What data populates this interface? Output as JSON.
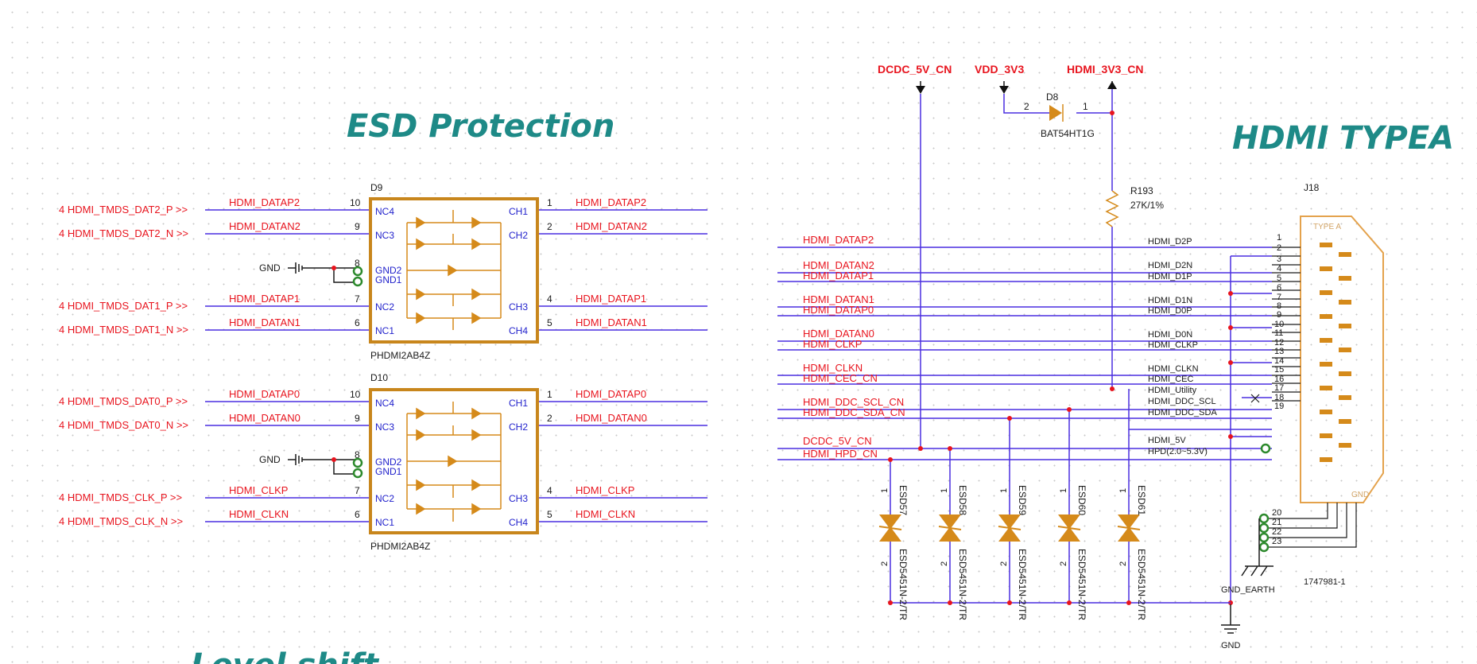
{
  "titles": {
    "esd": "ESD Protection",
    "hdmi": "HDMI TYPEA",
    "level": "Level shift"
  },
  "esd_inputs": [
    "4 HDMI_TMDS_DAT2_P >>",
    "4 HDMI_TMDS_DAT2_N >>",
    "4 HDMI_TMDS_DAT1_P >>",
    "4 HDMI_TMDS_DAT1_N >>",
    "4 HDMI_TMDS_DAT0_P >>",
    "4 HDMI_TMDS_DAT0_N >>",
    "4 HDMI_TMDS_CLK_P >>",
    "4 HDMI_TMDS_CLK_N >>"
  ],
  "d9": {
    "ref": "D9",
    "part": "PHDMI2AB4Z",
    "gnd": "GND",
    "left_nets": [
      "HDMI_DATAP2",
      "HDMI_DATAN2",
      "HDMI_DATAP1",
      "HDMI_DATAN1"
    ],
    "right_nets": [
      "HDMI_DATAP2",
      "HDMI_DATAN2",
      "HDMI_DATAP1",
      "HDMI_DATAN1"
    ],
    "left_pins": [
      "10",
      "9",
      "8",
      "7",
      "6"
    ],
    "right_pins": [
      "1",
      "2",
      "4",
      "5"
    ],
    "left_pin_names": [
      "NC4",
      "NC3",
      "GND2",
      "GND1",
      "NC2",
      "NC1"
    ],
    "right_pin_names": [
      "CH1",
      "CH2",
      "CH3",
      "CH4"
    ]
  },
  "d10": {
    "ref": "D10",
    "part": "PHDMI2AB4Z",
    "gnd": "GND",
    "left_nets": [
      "HDMI_DATAP0",
      "HDMI_DATAN0",
      "HDMI_CLKP",
      "HDMI_CLKN"
    ],
    "right_nets": [
      "HDMI_DATAP0",
      "HDMI_DATAN0",
      "HDMI_CLKP",
      "HDMI_CLKN"
    ],
    "left_pins": [
      "10",
      "9",
      "8",
      "7",
      "6"
    ],
    "right_pins": [
      "1",
      "2",
      "4",
      "5"
    ],
    "left_pin_names": [
      "NC4",
      "NC3",
      "GND2",
      "GND1",
      "NC2",
      "NC1"
    ],
    "right_pin_names": [
      "CH1",
      "CH2",
      "CH3",
      "CH4"
    ]
  },
  "power": {
    "dcdc": "DCDC_5V_CN",
    "vdd": "VDD_3V3",
    "hdmi3v3": "HDMI_3V3_CN"
  },
  "diode_d8": {
    "ref": "D8",
    "part": "BAT54HT1G",
    "pin_a": "2",
    "pin_k": "1"
  },
  "resistor": {
    "ref": "R193",
    "value": "27K/1%"
  },
  "connector": {
    "ref": "J18",
    "type": "TYPE A",
    "gnd_label": "GND",
    "part": "1747981-1",
    "left_nets": [
      "HDMI_DATAP2",
      "HDMI_DATAN2",
      "HDMI_DATAP1",
      "HDMI_DATAN1",
      "HDMI_DATAP0",
      "HDMI_DATAN0",
      "HDMI_CLKP",
      "HDMI_CLKN",
      "HDMI_CEC_CN",
      "HDMI_DDC_SCL_CN",
      "HDMI_DDC_SDA_CN",
      "DCDC_5V_CN",
      "HDMI_HPD_CN"
    ],
    "pin_names": [
      "HDMI_D2P",
      "HDMI_D2N",
      "HDMI_D1P",
      "HDMI_D1N",
      "HDMI_D0P",
      "HDMI_D0N",
      "HDMI_CLKP",
      "HDMI_CLKN",
      "HDMI_CEC",
      "HDMI_Utility",
      "HDMI_DDC_SCL",
      "HDMI_DDC_SDA",
      "HDMI_5V",
      "HPD(2.0~5.3V)"
    ],
    "pins": [
      "1",
      "2",
      "3",
      "4",
      "5",
      "6",
      "7",
      "8",
      "9",
      "10",
      "11",
      "12",
      "13",
      "14",
      "15",
      "16",
      "17",
      "18",
      "19"
    ],
    "shield_pins": [
      "20",
      "21",
      "22",
      "23"
    ],
    "gnd_earth": "GND_EARTH",
    "gnd": "GND"
  },
  "esd_diodes": [
    {
      "ref": "ESD57",
      "part": "ESD5451N-2/TR"
    },
    {
      "ref": "ESD58",
      "part": "ESD5451N-2/TR"
    },
    {
      "ref": "ESD59",
      "part": "ESD5451N-2/TR"
    },
    {
      "ref": "ESD60",
      "part": "ESD5451N-2/TR"
    },
    {
      "ref": "ESD61",
      "part": "ESD5451N-2/TR"
    }
  ],
  "esd_diode_pins": [
    "1",
    "2"
  ]
}
